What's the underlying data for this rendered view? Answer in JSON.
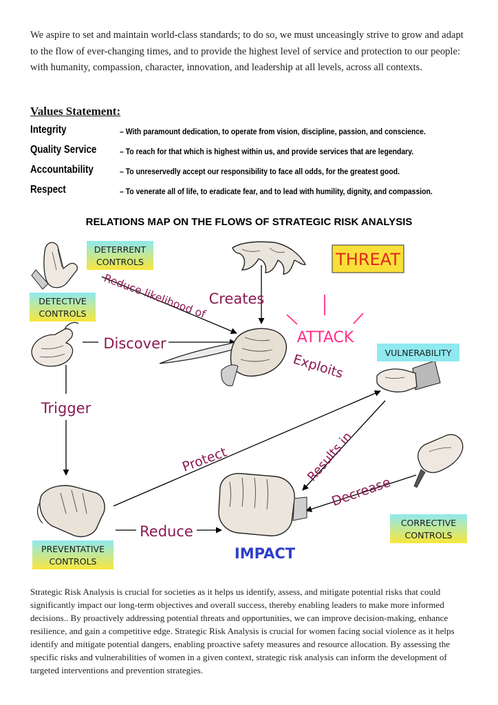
{
  "intro": {
    "text": "We aspire to set and maintain world-class standards; to do so, we must unceasingly strive to grow and adapt to the flow of ever-changing times, and to provide the highest level of service and protection to our people: with humanity, compassion, character, innovation, and leadership at all levels, across all contexts."
  },
  "values": {
    "title": "Values Statement:",
    "items": [
      {
        "name": "Integrity",
        "desc": "– With paramount dedication, to operate from vision, discipline, passion, and conscience."
      },
      {
        "name": "Quality Service",
        "desc": "– To reach for that which is highest within us, and provide services that are legendary."
      },
      {
        "name": "Accountability",
        "desc": "– To unreservedly accept our responsibility to face all odds, for the greatest good."
      },
      {
        "name": "Respect",
        "desc": "– To venerate all of life, to eradicate fear, and to lead with humility, dignity, and compassion."
      }
    ]
  },
  "map": {
    "title": "RELATIONS MAP ON THE FLOWS OF STRATEGIC RISK ANALYSIS",
    "nodes": {
      "threat": "THREAT",
      "attack": "ATTACK",
      "impact": "IMPACT",
      "vulnerability": "VULNERABILITY",
      "deterrent_1": "DETERRENT",
      "deterrent_2": "CONTROLS",
      "detective_1": "DETECTIVE",
      "detective_2": "CONTROLS",
      "preventative_1": "PREVENTATIVE",
      "preventative_2": "CONTROLS",
      "corrective_1": "CORRECTIVE",
      "corrective_2": "CONTROLS"
    },
    "edges": {
      "reduce_likelihood": "Reduce likelihood of",
      "creates": "Creates",
      "discover": "Discover",
      "exploits": "Exploits",
      "trigger": "Trigger",
      "protect": "Protect",
      "results_in": "Results in",
      "decrease": "Decrease",
      "reduce": "Reduce"
    },
    "colors": {
      "label": "#8b1a52",
      "attack": "#ff2f8a",
      "impact": "#2d3fc9",
      "threat_text": "#e0281e",
      "threat_bg": "#f9df3a",
      "box_top": "#8fe9ef",
      "box_bottom": "#f8e63c"
    }
  },
  "outro": {
    "text": "Strategic Risk Analysis is crucial for societies as it helps us identify, assess, and mitigate potential risks that could significantly impact our long-term objectives and overall success, thereby enabling leaders to make more informed decisions.. By proactively addressing potential threats and opportunities, we can improve decision-making, enhance resilience, and gain a competitive edge. Strategic Risk Analysis is crucial for women facing social violence as it helps identify and mitigate potential dangers, enabling proactive safety measures and resource allocation. By assessing the specific risks and vulnerabilities of women in a given context, strategic risk analysis can inform the development of targeted interventions and prevention strategies."
  }
}
